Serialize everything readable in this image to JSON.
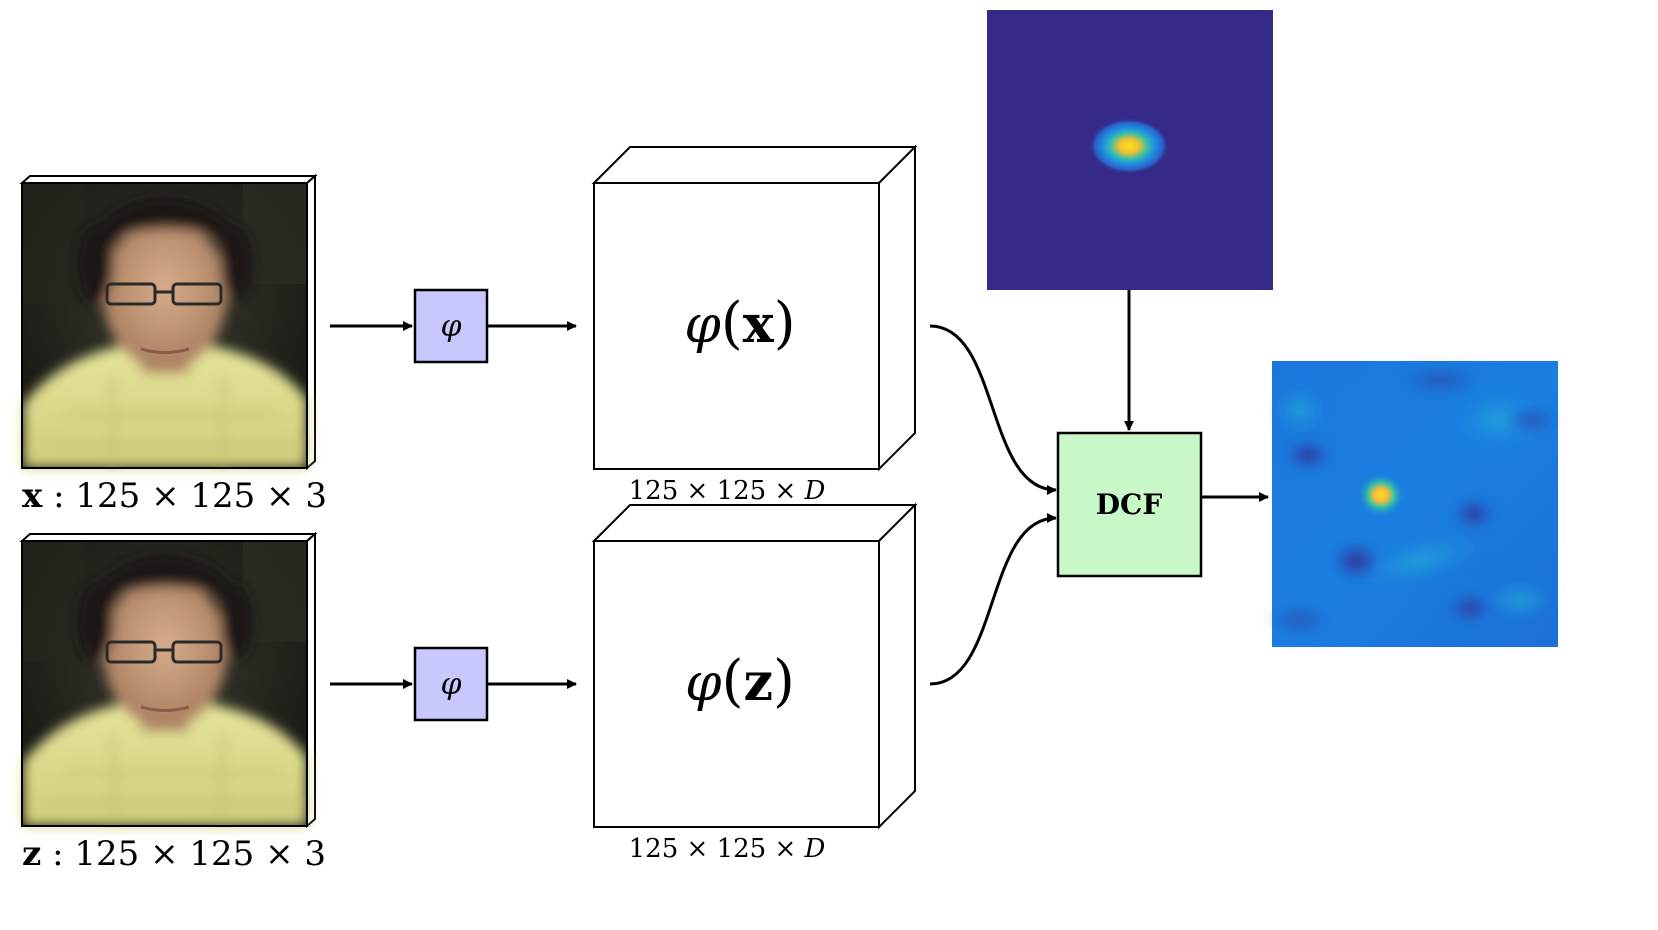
{
  "diagram": {
    "inputs": [
      {
        "var": "x",
        "sep": " : ",
        "dims": "125 × 125 × 3"
      },
      {
        "var": "z",
        "sep": " : ",
        "dims": "125 × 125 × 3"
      }
    ],
    "feature_op": "φ",
    "feature_maps": [
      {
        "func": "φ",
        "open": "(",
        "var": "x",
        "close": ")",
        "dims_prefix": "125 × 125 × ",
        "dims_var": "D"
      },
      {
        "func": "φ",
        "open": "(",
        "var": "z",
        "close": ")",
        "dims_prefix": "125 × 125 × ",
        "dims_var": "D"
      }
    ],
    "dcf_label": "DCF",
    "colors": {
      "phi_box_fill": "#c8c8ff",
      "dcf_box_fill": "#c8f7c8",
      "heatmap_background": "#352a87",
      "response_background": "#1e6fd8",
      "peak_color": "#f9e11e"
    },
    "icons": {
      "input_photo": "person-photo",
      "gaussian_target": "gaussian-heatmap",
      "response_map": "response-heatmap"
    }
  }
}
